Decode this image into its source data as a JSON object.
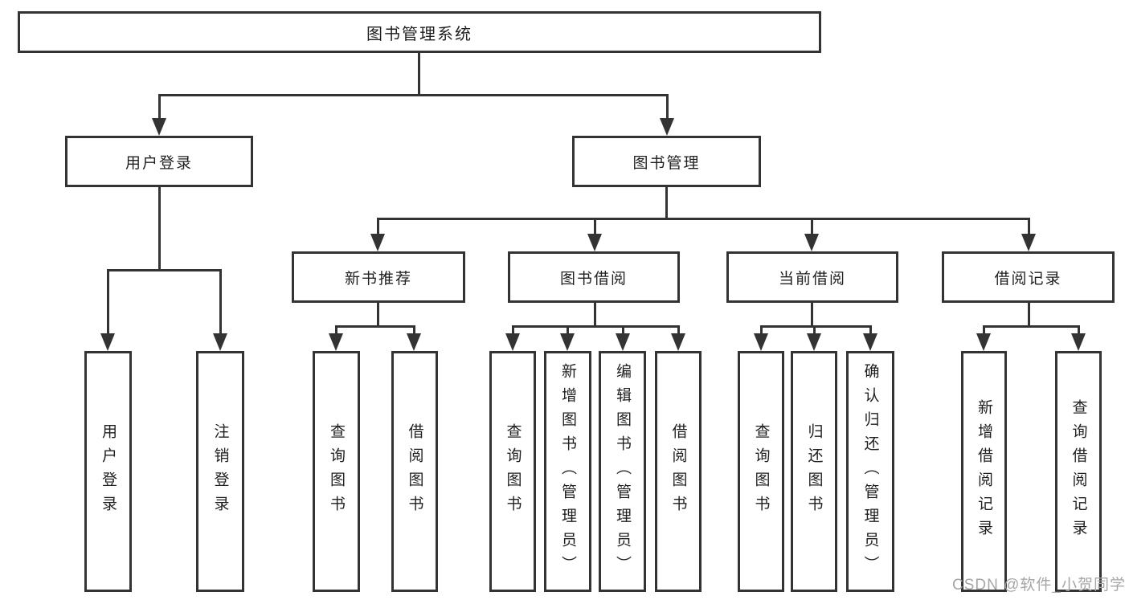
{
  "title": {
    "label": "图书管理系统"
  },
  "level2": [
    {
      "label": "用户登录"
    },
    {
      "label": "图书管理"
    }
  ],
  "level3": [
    {
      "label": "新书推荐",
      "parent": "图书管理"
    },
    {
      "label": "图书借阅",
      "parent": "图书管理"
    },
    {
      "label": "当前借阅",
      "parent": "图书管理"
    },
    {
      "label": "借阅记录",
      "parent": "图书管理"
    }
  ],
  "leaves": [
    {
      "label": "用户登录",
      "parent": "用户登录"
    },
    {
      "label": "注销登录",
      "parent": "用户登录"
    },
    {
      "label": "查询图书",
      "parent": "新书推荐"
    },
    {
      "label": "借阅图书",
      "parent": "新书推荐"
    },
    {
      "label": "查询图书",
      "parent": "图书借阅"
    },
    {
      "label": "新增图书（管理员）",
      "parent": "图书借阅"
    },
    {
      "label": "编辑图书（管理员）",
      "parent": "图书借阅"
    },
    {
      "label": "借阅图书",
      "parent": "图书借阅"
    },
    {
      "label": "查询图书",
      "parent": "当前借阅"
    },
    {
      "label": "归还图书",
      "parent": "当前借阅"
    },
    {
      "label": "确认归还（管理员）",
      "parent": "当前借阅"
    },
    {
      "label": "新增借阅记录",
      "parent": "借阅记录"
    },
    {
      "label": "查询借阅记录",
      "parent": "借阅记录"
    }
  ],
  "watermark": {
    "text": "CSDN @软件_小贺同学"
  },
  "colors": {
    "line": "#333333",
    "text": "#1f1f1f",
    "watermark": "#a6a6a6",
    "background": "#ffffff"
  }
}
